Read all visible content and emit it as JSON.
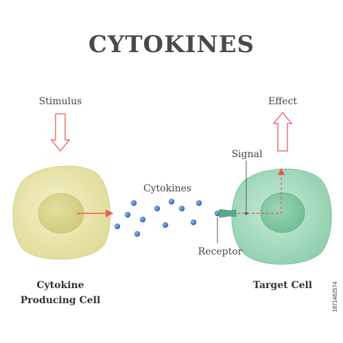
{
  "title": "CYTOKINES",
  "labels": {
    "stimulus": "Stimulus",
    "effect": "Effect",
    "signal": "Signal",
    "cytokines": "Cytokines",
    "receptor": "Receptor"
  },
  "captions": {
    "producing_cell_line1": "Cytokine",
    "producing_cell_line2": "Producing Cell",
    "target_cell": "Target Cell"
  },
  "side_id": "1871482574",
  "colors": {
    "title": "#4a4a4a",
    "producing_cell": "#e6e3a4",
    "producing_nucleus": "#d8d38a",
    "target_cell": "#a9dcc2",
    "target_nucleus": "#86cba6",
    "arrow_red": "#e85a5a",
    "cytokine_dot": "#3d78c4",
    "receptor": "#5aa78a"
  }
}
